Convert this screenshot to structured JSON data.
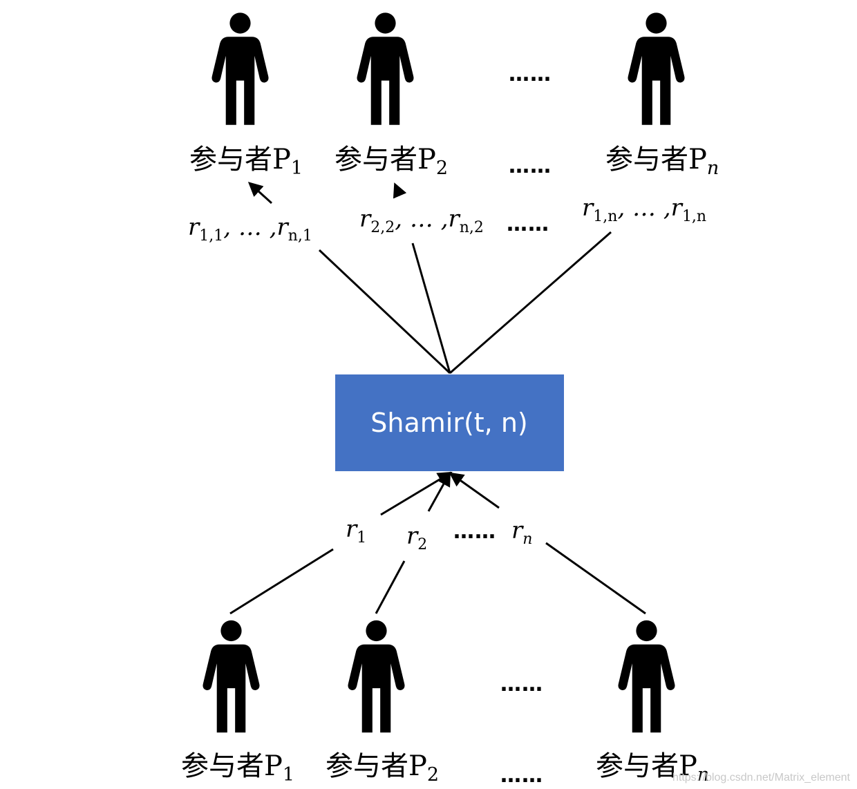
{
  "box": {
    "label": "Shamir(t, n)",
    "fill": "#4472c4"
  },
  "participant_prefix": "参与者P",
  "top_participants": [
    {
      "sub": "1",
      "italic": false
    },
    {
      "sub": "2",
      "italic": false
    },
    {
      "sub": "n",
      "italic": true
    }
  ],
  "bottom_participants": [
    {
      "sub": "1",
      "italic": false
    },
    {
      "sub": "2",
      "italic": false
    },
    {
      "sub": "n",
      "italic": true
    }
  ],
  "ellipsis": "……",
  "output_shares": [
    {
      "first_sub": "1,1",
      "last_sub": "n,1"
    },
    {
      "first_sub": "2,2",
      "last_sub": "n,2"
    },
    {
      "first_sub": "1,n",
      "last_sub": "1,n"
    }
  ],
  "input_secrets": [
    {
      "sub": "1"
    },
    {
      "sub": "2"
    },
    {
      "sub": "n"
    }
  ],
  "share_separator": ", … ,",
  "r_symbol": "r",
  "watermark": "https://blog.csdn.net/Matrix_element"
}
